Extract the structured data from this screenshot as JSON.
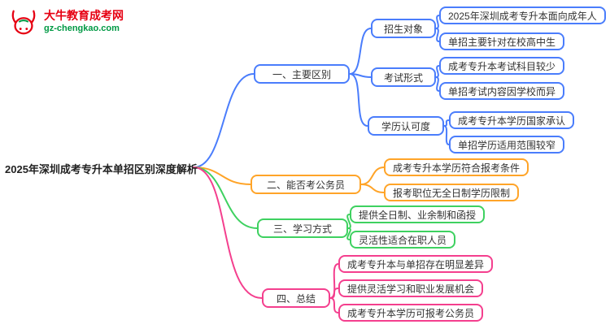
{
  "logo": {
    "title": "大牛教育成考网",
    "url": "gz-chengkao.com",
    "brand_red": "#e60012",
    "brand_green": "#009944"
  },
  "root": {
    "label": "2025年深圳成考专升本单招区别深度解析"
  },
  "colors": {
    "blue": "#4a7dfc",
    "orange": "#ffa428",
    "green": "#3ed160",
    "pink": "#f43f8e"
  },
  "branches": [
    {
      "label": "一、主要区别",
      "color": "#4a7dfc",
      "children": [
        {
          "label": "招生对象",
          "leaves": [
            "2025年深圳成考专升本面向成年人",
            "单招主要针对在校高中生"
          ]
        },
        {
          "label": "考试形式",
          "leaves": [
            "成考专升本考试科目较少",
            "单招考试内容因学校而异"
          ]
        },
        {
          "label": "学历认可度",
          "leaves": [
            "成考专升本学历国家承认",
            "单招学历适用范围较窄"
          ]
        }
      ]
    },
    {
      "label": "二、能否考公务员",
      "color": "#ffa428",
      "leaves": [
        "成考专升本学历符合报考条件",
        "报考职位无全日制学历限制"
      ]
    },
    {
      "label": "三、学习方式",
      "color": "#3ed160",
      "leaves": [
        "提供全日制、业余制和函授",
        "灵活性适合在职人员"
      ]
    },
    {
      "label": "四、总结",
      "color": "#f43f8e",
      "leaves": [
        "成考专升本与单招存在明显差异",
        "提供灵活学习和职业发展机会",
        "成考专升本学历可报考公务员"
      ]
    }
  ]
}
